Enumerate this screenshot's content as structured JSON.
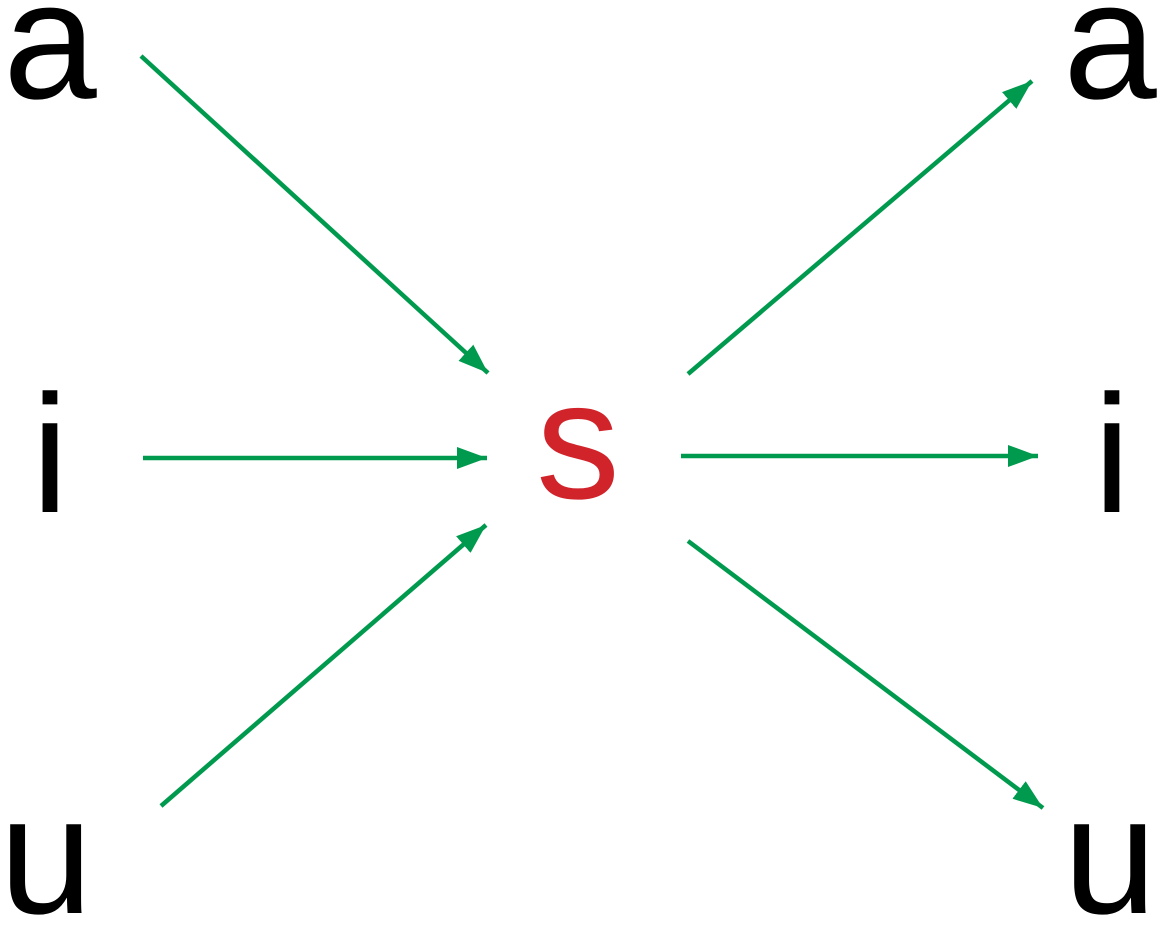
{
  "colors": {
    "source_text": "#000000",
    "center_text": "#d1232a",
    "arrow": "#009a4e"
  },
  "left_nodes": [
    {
      "id": "left-a",
      "label": "a"
    },
    {
      "id": "left-i",
      "label": "i"
    },
    {
      "id": "left-u",
      "label": "u"
    }
  ],
  "center_node": {
    "id": "center-s",
    "label": "s"
  },
  "right_nodes": [
    {
      "id": "right-a",
      "label": "a"
    },
    {
      "id": "right-i",
      "label": "i"
    },
    {
      "id": "right-u",
      "label": "u"
    }
  ],
  "edges": [
    {
      "from": "left-a",
      "to": "center-s"
    },
    {
      "from": "left-i",
      "to": "center-s"
    },
    {
      "from": "left-u",
      "to": "center-s"
    },
    {
      "from": "center-s",
      "to": "right-a"
    },
    {
      "from": "center-s",
      "to": "right-i"
    },
    {
      "from": "center-s",
      "to": "right-u"
    }
  ]
}
